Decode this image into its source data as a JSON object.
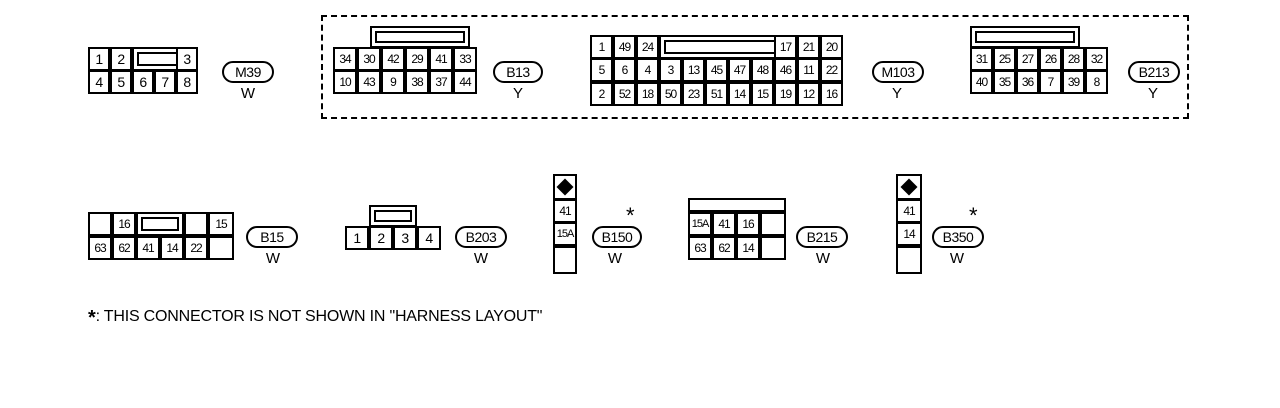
{
  "connectors": {
    "M39": {
      "id": "M39",
      "color": "W",
      "rows": [
        [
          "1",
          "2",
          "3"
        ],
        [
          "4",
          "5",
          "6",
          "7",
          "8"
        ]
      ]
    },
    "B13": {
      "id": "B13",
      "color": "Y",
      "rows": [
        [
          "34",
          "30",
          "42",
          "29",
          "41",
          "33"
        ],
        [
          "10",
          "43",
          "9",
          "38",
          "37",
          "44"
        ]
      ]
    },
    "M103": {
      "id": "M103",
      "color": "Y",
      "rows": [
        [
          "1",
          "49",
          "24",
          "17",
          "21",
          "20"
        ],
        [
          "5",
          "6",
          "4",
          "3",
          "13",
          "45",
          "47",
          "48",
          "46",
          "11",
          "22"
        ],
        [
          "2",
          "52",
          "18",
          "50",
          "23",
          "51",
          "14",
          "15",
          "19",
          "12",
          "16"
        ]
      ]
    },
    "B213": {
      "id": "B213",
      "color": "Y",
      "rows": [
        [
          "31",
          "25",
          "27",
          "26",
          "28",
          "32"
        ],
        [
          "40",
          "35",
          "36",
          "7",
          "39",
          "8"
        ]
      ]
    },
    "B15": {
      "id": "B15",
      "color": "W",
      "rows": [
        [
          "16",
          "15"
        ],
        [
          "63",
          "62",
          "41",
          "14",
          "22"
        ]
      ]
    },
    "B203": {
      "id": "B203",
      "color": "W",
      "rows": [
        [
          "1",
          "2",
          "3",
          "4"
        ]
      ]
    },
    "B150": {
      "id": "B150",
      "color": "W",
      "starred": true,
      "rows": [
        [
          "41"
        ],
        [
          "15A"
        ]
      ]
    },
    "B215": {
      "id": "B215",
      "color": "W",
      "rows": [
        [
          "15A",
          "41",
          "16"
        ],
        [
          "63",
          "62",
          "14"
        ]
      ]
    },
    "B350": {
      "id": "B350",
      "color": "W",
      "starred": true,
      "rows": [
        [
          "41"
        ],
        [
          "14"
        ]
      ]
    }
  },
  "star_symbol": "*",
  "footnote": {
    "symbol": "*",
    "text": ": THIS CONNECTOR IS NOT SHOWN IN \"HARNESS LAYOUT\""
  }
}
